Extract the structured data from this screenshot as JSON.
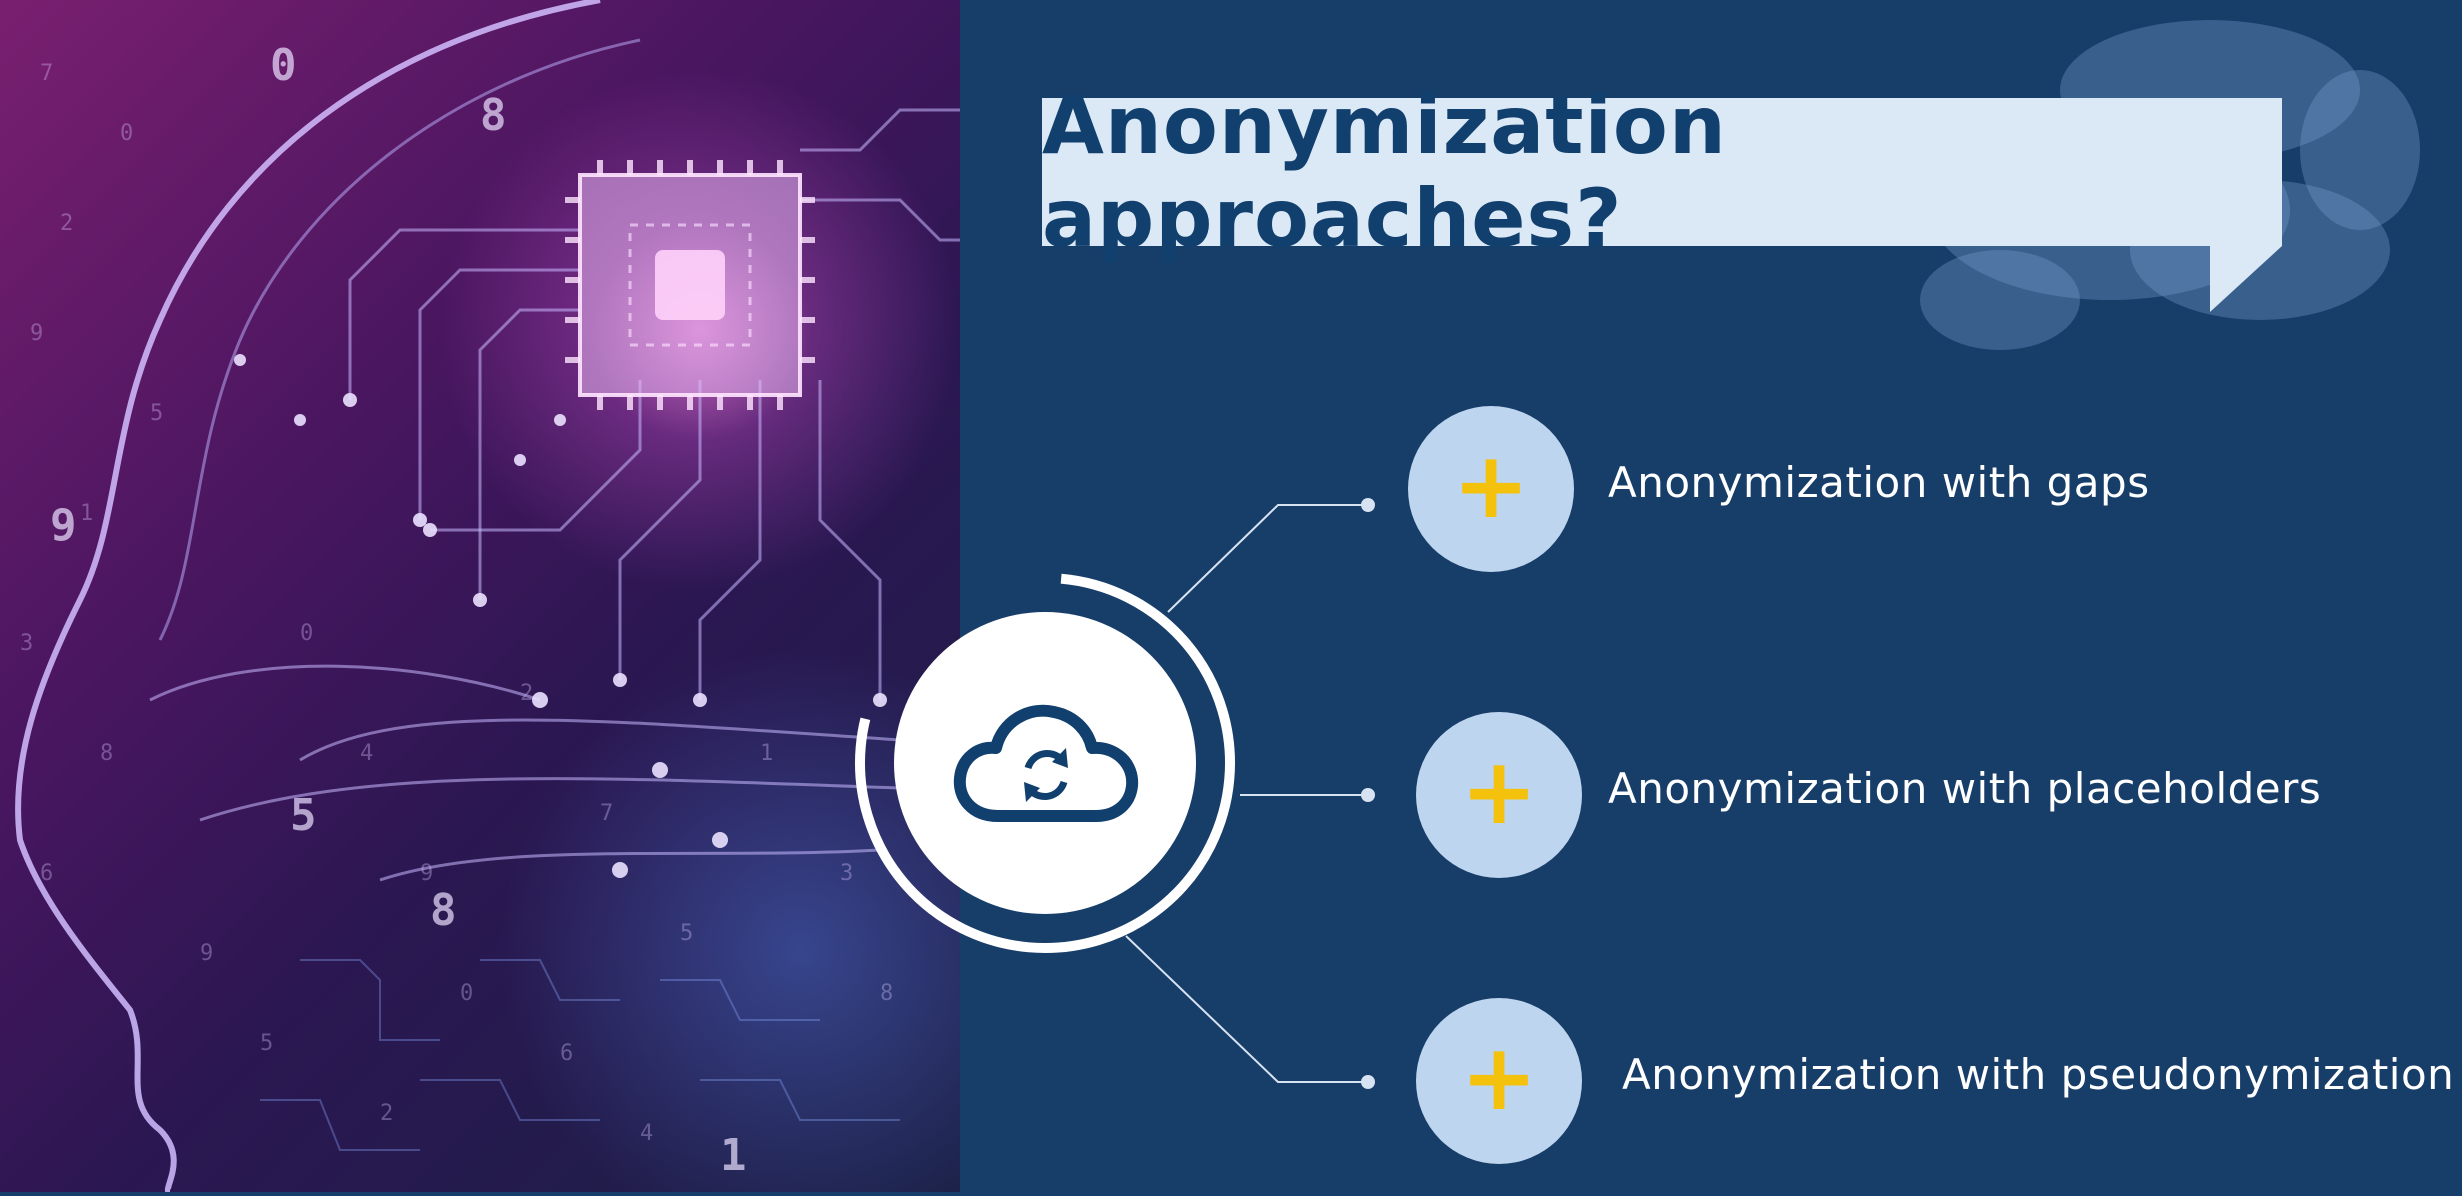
{
  "slide": {
    "title": "Anonymization approaches?"
  },
  "items": [
    {
      "label": "Anonymization with gaps",
      "icon": "plus-icon"
    },
    {
      "label": "Anonymization with placeholders",
      "icon": "plus-icon"
    },
    {
      "label": "Anonymization with pseudonymization",
      "icon": "plus-icon"
    }
  ],
  "center_icon": "cloud-sync-icon",
  "colors": {
    "background": "#173d69",
    "title_box": "#dbe8f6",
    "title_text": "#12406e",
    "item_circle": "#bdd5ee",
    "plus": "#f4c20d"
  }
}
